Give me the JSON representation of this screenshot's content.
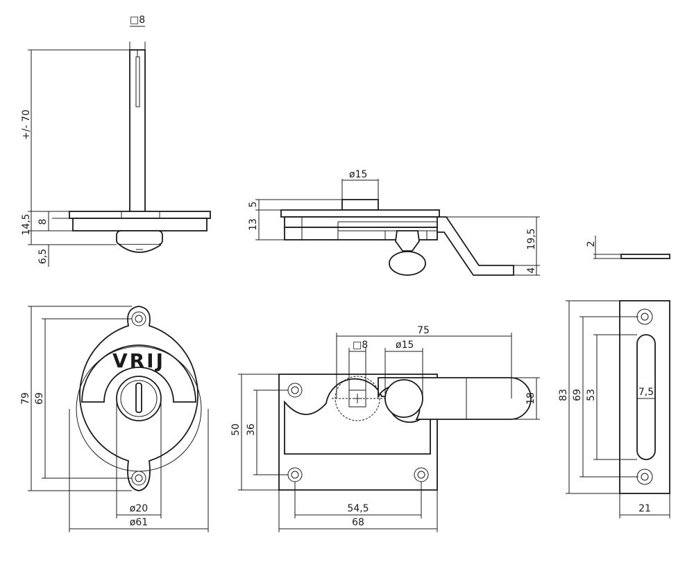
{
  "drawing": {
    "line_color": "#1a1a1a",
    "background": "#ffffff",
    "side_view": {
      "spindle_square": "□8",
      "spindle_length": "+/- 70",
      "rose_height": "14,5",
      "rose_plate": "8",
      "knob_height": "6,5"
    },
    "bolt_side_view": {
      "knob_diameter": "ø15",
      "plate_thickness": "5",
      "body_height": "13",
      "bolt_drop": "19,5",
      "bolt_tip": "4"
    },
    "strike_side_view": {
      "thickness": "2"
    },
    "indicator_front": {
      "text": "VRIJ",
      "height": "79",
      "hole_spacing": "69",
      "center_diameter": "ø20",
      "rose_diameter": "ø61"
    },
    "bolt_front": {
      "total_width": "75",
      "spindle_square": "□8",
      "knob_diameter": "ø15",
      "bolt_height": "18",
      "height": "50",
      "hole_spacing_v": "36",
      "hole_spacing_h": "54,5",
      "width": "68"
    },
    "strike_front": {
      "height": "83",
      "hole_spacing": "69",
      "slot_length": "53",
      "slot_width": "7,5",
      "width": "21"
    }
  }
}
